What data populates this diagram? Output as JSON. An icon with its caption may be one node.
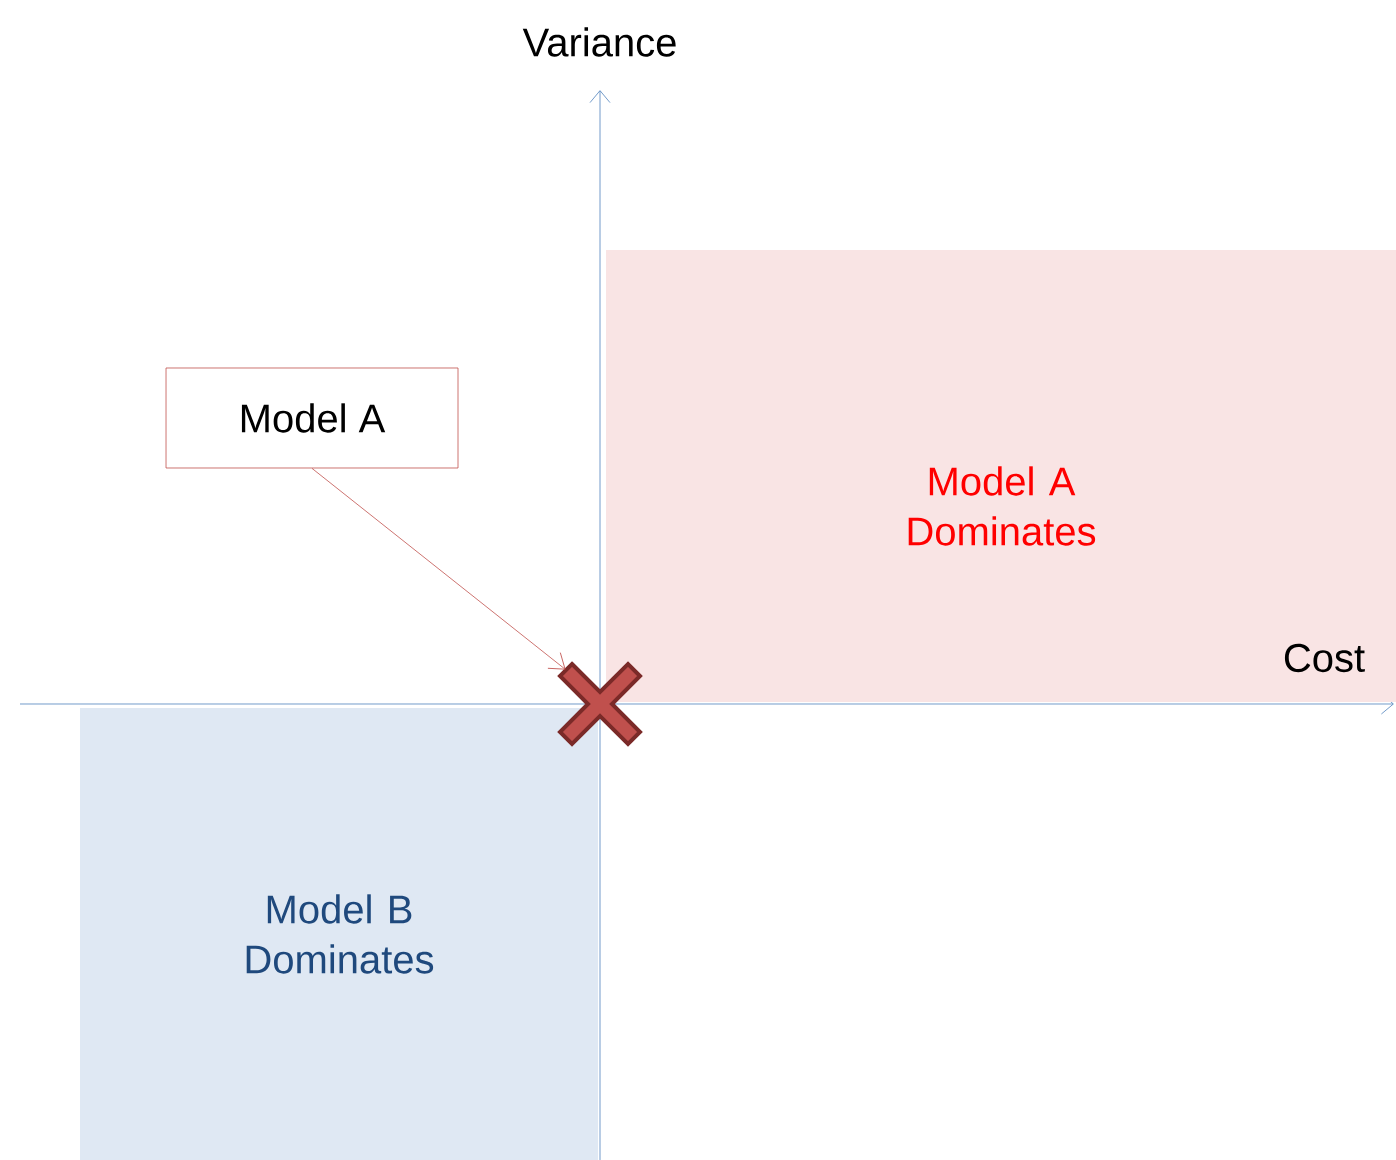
{
  "diagram": {
    "nodes": [
      {
        "text": [
          "Model A"
        ]
      },
      {
        "text": [],
        "shape": "cross"
      },
      {
        "text": [
          "Model A Dominates"
        ]
      },
      {
        "text": [
          "Model B Dominates"
        ]
      }
    ],
    "edges": [
      {
        "from": 0,
        "to": 1,
        "arrow": "to",
        "color": "#c0504d"
      }
    ],
    "labels": [
      "Variance",
      "Cost"
    ]
  }
}
